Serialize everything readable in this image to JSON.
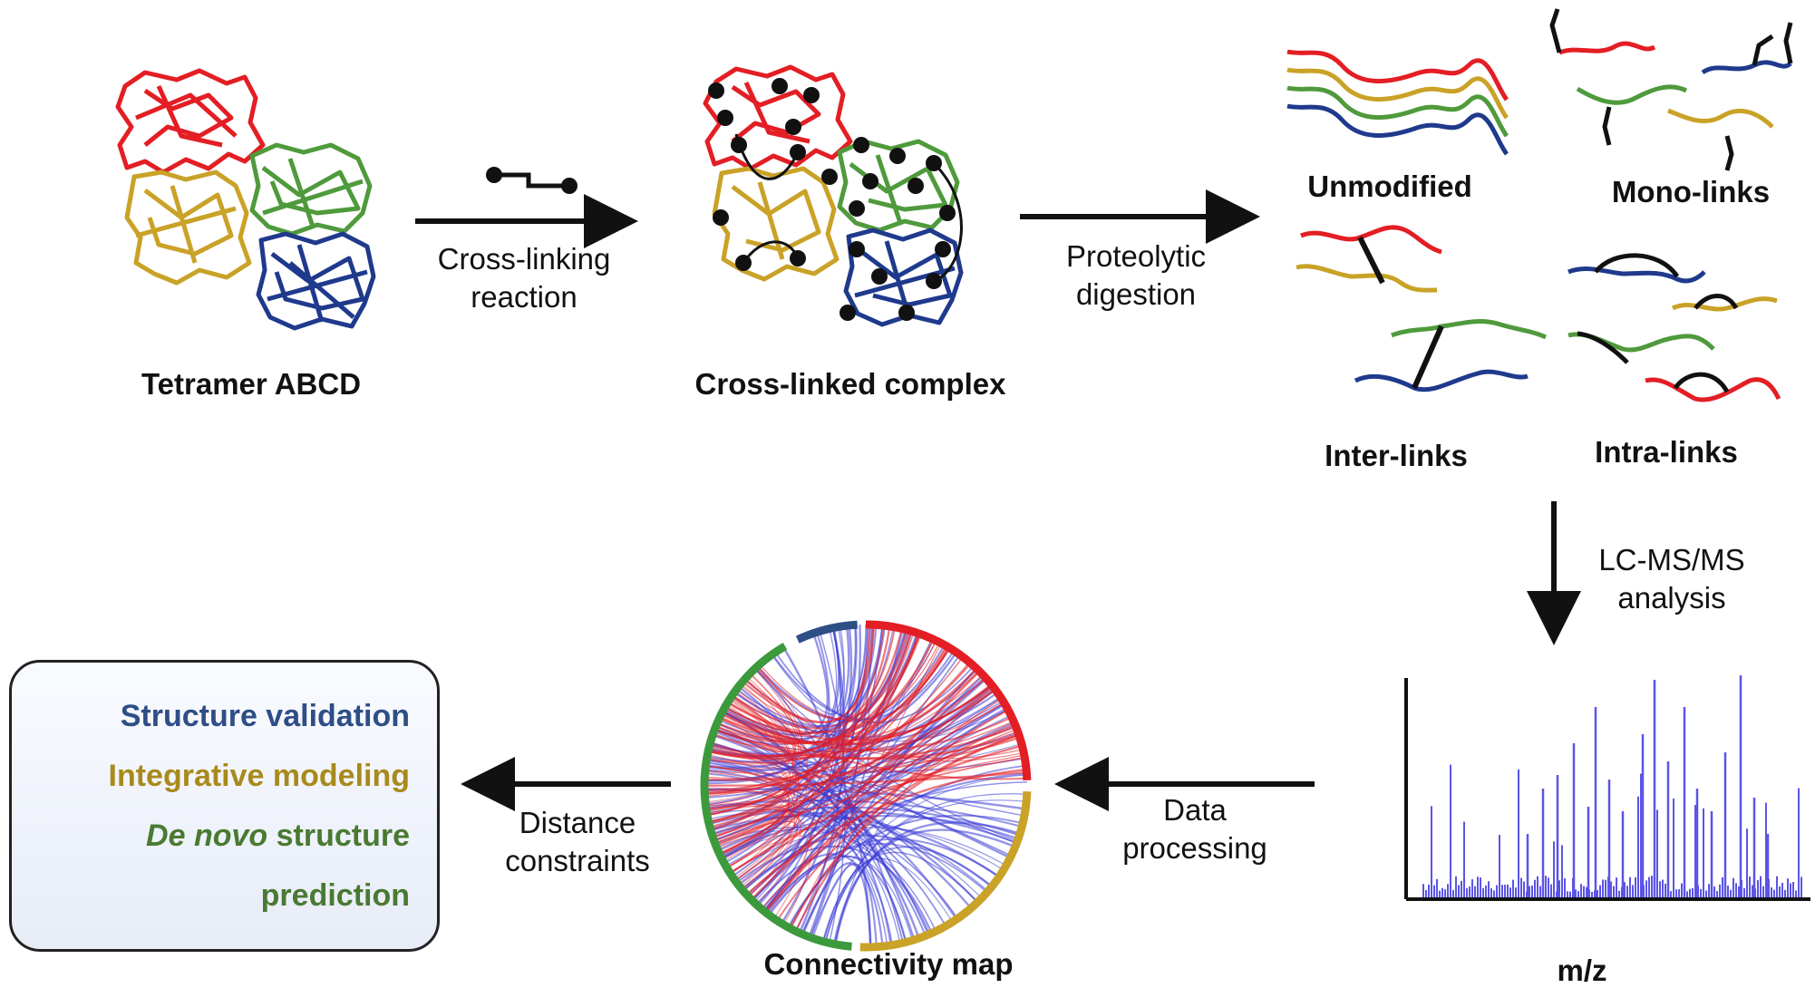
{
  "labels": {
    "tetramer": "Tetramer ABCD",
    "crosslinking_reaction_1": "Cross-linking",
    "crosslinking_reaction_2": "reaction",
    "crosslinked_complex": "Cross-linked complex",
    "proteolytic_1": "Proteolytic",
    "proteolytic_2": "digestion",
    "unmodified": "Unmodified",
    "monolinks": "Mono-links",
    "interlinks": "Inter-links",
    "intralinks": "Intra-links",
    "lcms_1": "LC-MS/MS",
    "lcms_2": "analysis",
    "mz": "m/z",
    "data_processing_1": "Data",
    "data_processing_2": "processing",
    "connectivity_map": "Connectivity  map",
    "distance_1": "Distance",
    "distance_2": "constraints"
  },
  "outcomes": {
    "structure_validation": "Structure validation",
    "integrative_modeling": "Integrative modeling",
    "de_novo_italic": "De novo",
    "de_novo_rest": " structure",
    "prediction": "prediction"
  },
  "colors": {
    "red": "#e31e24",
    "green": "#4f9a3c",
    "yellow": "#c9a227",
    "blue": "#1f3a8c",
    "black": "#111111",
    "spectrum": "#5b55e6",
    "outcome_blue": "#2e4e86",
    "outcome_gold": "#a88a1c",
    "outcome_green": "#4a7a32"
  },
  "icons": [
    "crosslinker-icon",
    "arrow-right-icon",
    "arrow-left-icon",
    "arrow-down-icon"
  ]
}
